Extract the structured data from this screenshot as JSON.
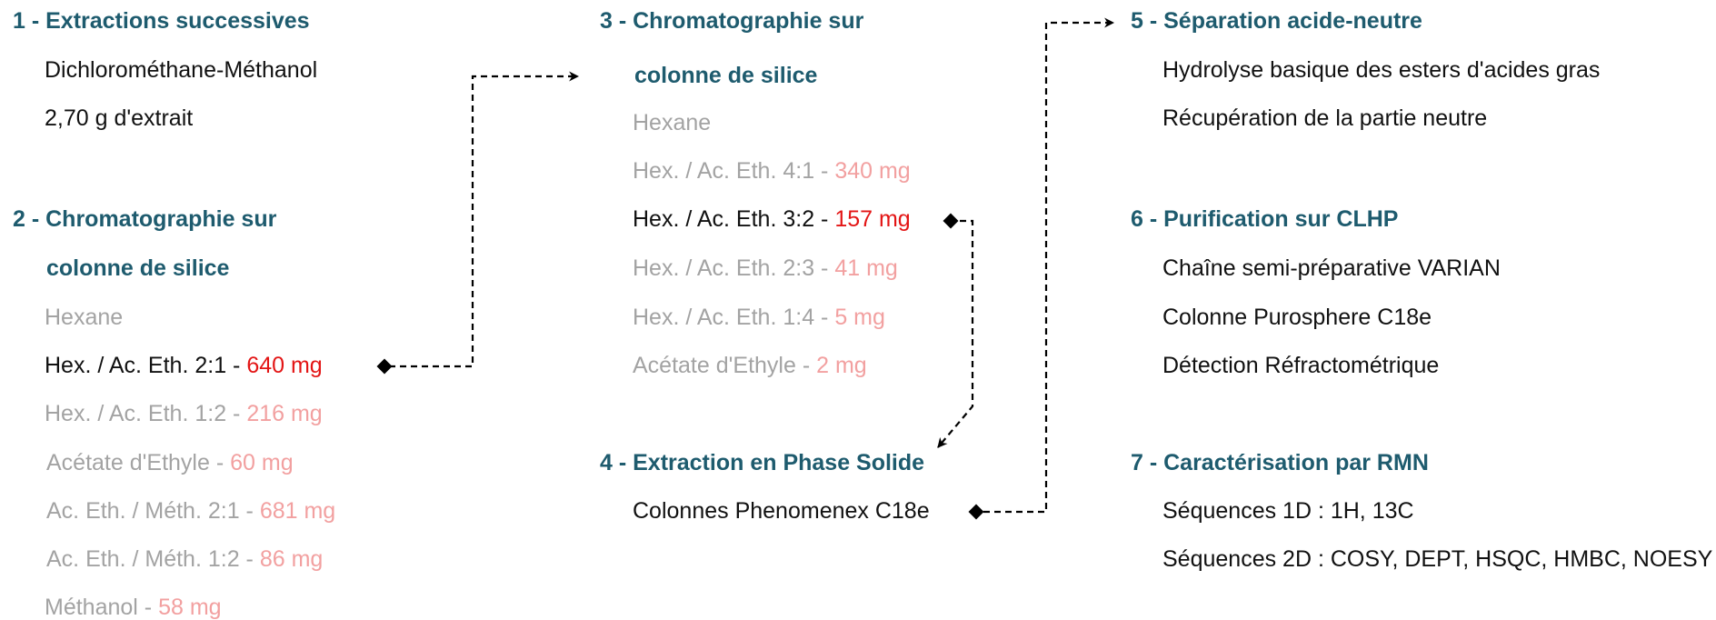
{
  "steps": {
    "s1": {
      "title": "1 - Extractions successives",
      "lines": [
        "Dichlorométhane-Méthanol",
        "2,70 g d'extrait"
      ]
    },
    "s2": {
      "title": "2 - Chromatographie sur",
      "title2": "colonne de silice",
      "fractions": [
        {
          "label": "Hexane",
          "value": ""
        },
        {
          "label": "Hex. / Ac. Eth. 2:1 - ",
          "value": "640 mg"
        },
        {
          "label": "Hex. / Ac. Eth. 1:2 - ",
          "value": "216 mg"
        },
        {
          "label": "Acétate d'Ethyle - ",
          "value": "60 mg"
        },
        {
          "label": "Ac. Eth. / Méth. 2:1 - ",
          "value": "681 mg"
        },
        {
          "label": "Ac. Eth. / Méth. 1:2 - ",
          "value": "86 mg"
        },
        {
          "label": "Méthanol - ",
          "value": "58 mg"
        }
      ]
    },
    "s3": {
      "title": "3 - Chromatographie sur",
      "title2": "colonne de silice",
      "fractions": [
        {
          "label": "Hexane",
          "value": ""
        },
        {
          "label": "Hex. / Ac. Eth. 4:1 - ",
          "value": "340 mg"
        },
        {
          "label": "Hex. / Ac. Eth. 3:2 - ",
          "value": "157 mg"
        },
        {
          "label": "Hex. / Ac. Eth. 2:3 - ",
          "value": "41 mg"
        },
        {
          "label": "Hex. / Ac. Eth. 1:4 - ",
          "value": "5 mg"
        },
        {
          "label": "Acétate d'Ethyle - ",
          "value": "2 mg"
        }
      ]
    },
    "s4": {
      "title": "4 - Extraction en Phase Solide",
      "lines": [
        "Colonnes Phenomenex C18e"
      ]
    },
    "s5": {
      "title": "5 - Séparation acide-neutre",
      "lines": [
        "Hydrolyse basique des esters d'acides gras",
        "Récupération de la partie neutre"
      ]
    },
    "s6": {
      "title": "6 - Purification sur CLHP",
      "lines": [
        "Chaîne semi-préparative VARIAN",
        "Colonne Purosphere C18e",
        "Détection Réfractométrique"
      ]
    },
    "s7": {
      "title": "7 - Caractérisation par RMN",
      "lines": [
        "Séquences 1D : 1H, 13C",
        "Séquences 2D : COSY, DEPT, HSQC, HMBC, NOESY"
      ]
    }
  },
  "colors": {
    "heading": "#1e5b6e",
    "active_text": "#111111",
    "muted_text": "#a3a3a3",
    "active_value": "#e31515",
    "muted_value": "#f2a0a0"
  }
}
